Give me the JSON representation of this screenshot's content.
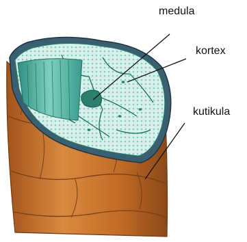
{
  "labels": {
    "medula": "medula",
    "kortex": "kortex",
    "kutikula": "kutikula"
  },
  "colors": {
    "cuticle": "#c8722a",
    "cuticle_light": "#e3a05a",
    "cuticle_dark": "#8a4818",
    "cortex": "#5fc2b2",
    "cortex_light": "#bfe8dd",
    "medulla": "#2a7f6e",
    "rim": "#2e4a5a"
  }
}
